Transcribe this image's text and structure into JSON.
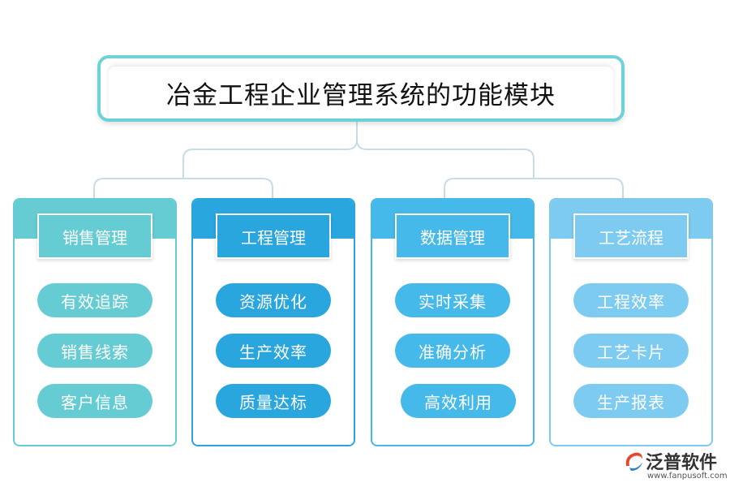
{
  "title": "冶金工程企业管理系统的功能模块",
  "columns": [
    {
      "header": "销售管理",
      "color": "#66ccd3",
      "items": [
        "有效追踪",
        "销售线索",
        "客户信息"
      ]
    },
    {
      "header": "工程管理",
      "color": "#2aa6df",
      "items": [
        "资源优化",
        "生产效率",
        "质量达标"
      ]
    },
    {
      "header": "数据管理",
      "color": "#45b9ea",
      "items": [
        "实时采集",
        "准确分析",
        "高效利用"
      ]
    },
    {
      "header": "工艺流程",
      "color": "#7ecbf1",
      "items": [
        "工程效率",
        "工艺卡片",
        "生产报表"
      ]
    }
  ],
  "logo": {
    "name": "泛普软件",
    "url": "www.fanpusoft.com"
  }
}
